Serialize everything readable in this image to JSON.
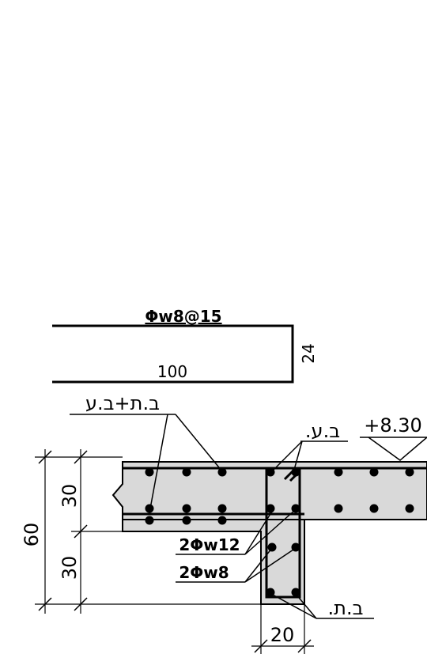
{
  "stirrup_detail": {
    "rebar_label": "Φw8@15",
    "length_label": "100",
    "height_label": "24"
  },
  "section": {
    "label_top_bottom": "ב.ת+ב.ע",
    "label_top": "ב.ע.",
    "label_bottom": "ב.ת.",
    "elevation": "+8.30",
    "beam_bars_12": "2Φw12",
    "beam_bars_8": "2Φw8",
    "dim_total": "60",
    "dim_slab": "30",
    "dim_beam_drop": "30",
    "dim_beam_width": "20"
  },
  "colors": {
    "concrete_fill": "#d9d9d9",
    "line": "#000000"
  }
}
